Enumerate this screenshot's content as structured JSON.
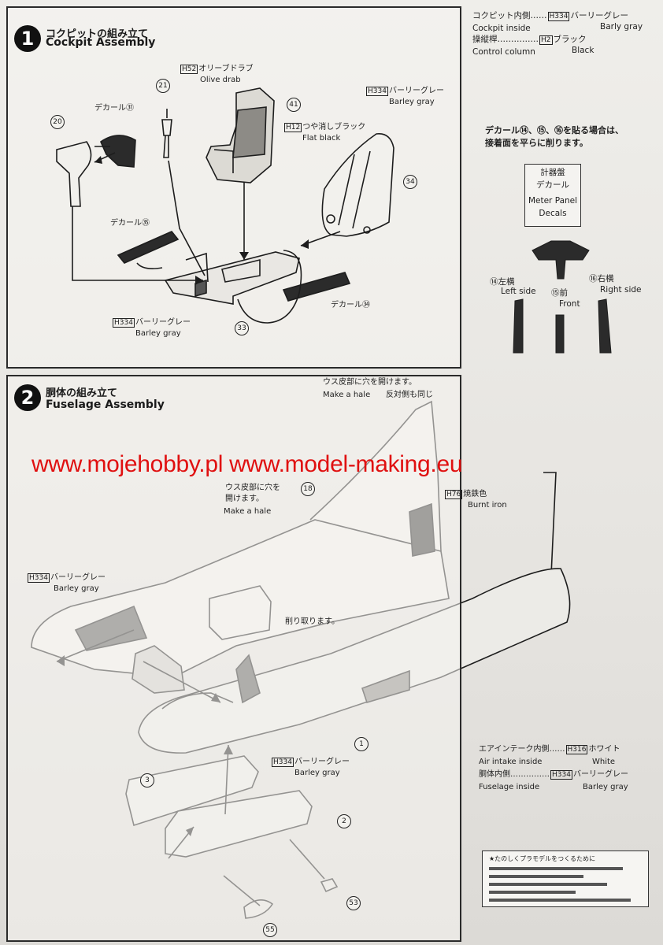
{
  "colors": {
    "ink": "#1a1a1a",
    "watermark": "#e01010",
    "paper": "#ebe9e5"
  },
  "watermark": {
    "text": "www.mojehobby.pl www.model-making.eu"
  },
  "header_right": {
    "line1_jp": "コクピット内側……",
    "line1_code": "H334",
    "line1_color_jp": "バーリーグレー",
    "line1_en": "Cockpit inside",
    "line1_color_en": "Barly gray",
    "line2_jp": "操縦桿……………",
    "line2_code": "H2",
    "line2_color_jp": "ブラック",
    "line2_en": "Control column",
    "line2_color_en": "Black"
  },
  "decal_note": {
    "line1": "デカール⑭、⑮、⑯を貼る場合は、",
    "line2": "接着面を平らに削ります。",
    "panel_jp": "計器盤",
    "panel_decal": "デカール",
    "panel_en1": "Meter Panel",
    "panel_en2": "Decals",
    "left_num": "⑭",
    "left_jp": "左横",
    "left_en": "Left side",
    "front_num": "⑮",
    "front_jp": "前",
    "front_en": "Front",
    "right_num": "⑯",
    "right_jp": "右横",
    "right_en": "Right side"
  },
  "step1": {
    "number": "1",
    "title_jp": "コクピットの組み立て",
    "title_en": "Cockpit Assembly",
    "olive_code": "H52",
    "olive_jp": "オリーブドラブ",
    "olive_en": "Olive drab",
    "flat_code": "H12",
    "flat_jp": "つや消しブラック",
    "flat_en": "Flat black",
    "barley_code": "H334",
    "barley_jp": "バーリーグレー",
    "barley_en": "Barley gray",
    "decal31": "デカール㉛",
    "decal35": "デカール㉟",
    "decal34": "デカール㉞",
    "bottom_code": "H334",
    "bottom_jp": "バーリーグレー",
    "bottom_en": "Barley gray",
    "parts": [
      "20",
      "21",
      "41",
      "34",
      "33"
    ]
  },
  "step2": {
    "number": "2",
    "title_jp": "胴体の組み立て",
    "title_en": "Fuselage Assembly",
    "hole_top_jp": "ウス皮部に穴を開けます。",
    "hole_top_en": "Make a hale",
    "opposite_jp": "反対側も同じ",
    "burnt_code": "H76",
    "burnt_jp": "焼鉄色",
    "burnt_en": "Burnt iron",
    "hole_mid_jp1": "ウス皮部に穴を",
    "hole_mid_jp2": "開けます。",
    "hole_mid_en": "Make a hale",
    "barley_code": "H334",
    "barley_jp": "バーリーグレー",
    "barley_en": "Barley gray",
    "cut_jp": "削り取ります。",
    "barley2_code": "H334",
    "barley2_jp": "バーリーグレー",
    "barley2_en": "Barley gray",
    "parts": [
      "18",
      "1",
      "3",
      "2",
      "53",
      "55"
    ]
  },
  "intake_note": {
    "line1_jp": "エアインテーク内側……",
    "line1_code": "H316",
    "line1_color_jp": "ホワイト",
    "line1_en": "Air intake inside",
    "line1_color_en": "White",
    "line2_jp": "胴体内側……………",
    "line2_code": "H334",
    "line2_color_jp": "バーリーグレー",
    "line2_en": "Fuselage inside",
    "line2_color_en": "Barley gray"
  },
  "footer_note": {
    "title": "★たのしくプラモデルをつくるために"
  }
}
